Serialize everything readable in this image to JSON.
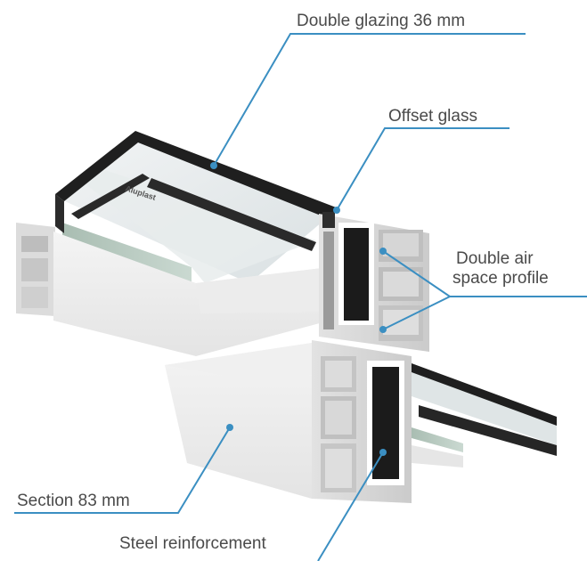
{
  "diagram": {
    "brand": "Aluplast",
    "accent_color": "#3b8fc2",
    "labels": {
      "double_glazing": "Double glazing 36 mm",
      "offset_glass": "Offset glass",
      "double_air_line1": "Double air",
      "double_air_line2": "space profile",
      "section": "Section 83 mm",
      "steel": "Steel reinforcement"
    }
  }
}
